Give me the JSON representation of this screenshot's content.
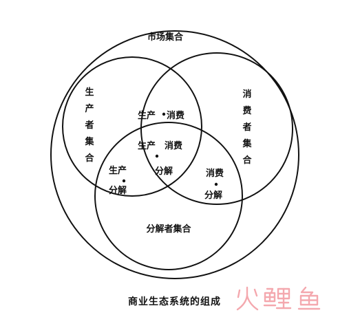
{
  "sets": {
    "market": "市场集合",
    "producers": [
      "生",
      "产",
      "者",
      "集",
      "合"
    ],
    "consumers": [
      "消",
      "费",
      "者",
      "集",
      "合"
    ],
    "decomposers": "分解者集合"
  },
  "overlaps": {
    "producer_consumer": {
      "left": "生产",
      "right": "消费"
    },
    "producer_decomposer": {
      "top": "生产",
      "bottom": "分解"
    },
    "consumer_decomposer": {
      "top": "消费",
      "bottom": "分解"
    },
    "center": {
      "top_left": "生产",
      "top_right": "消费",
      "bottom": "分解"
    }
  },
  "caption": "商业生态系统的组成",
  "watermark": {
    "text": "火鲤鱼",
    "color": "#f4a8ae"
  }
}
